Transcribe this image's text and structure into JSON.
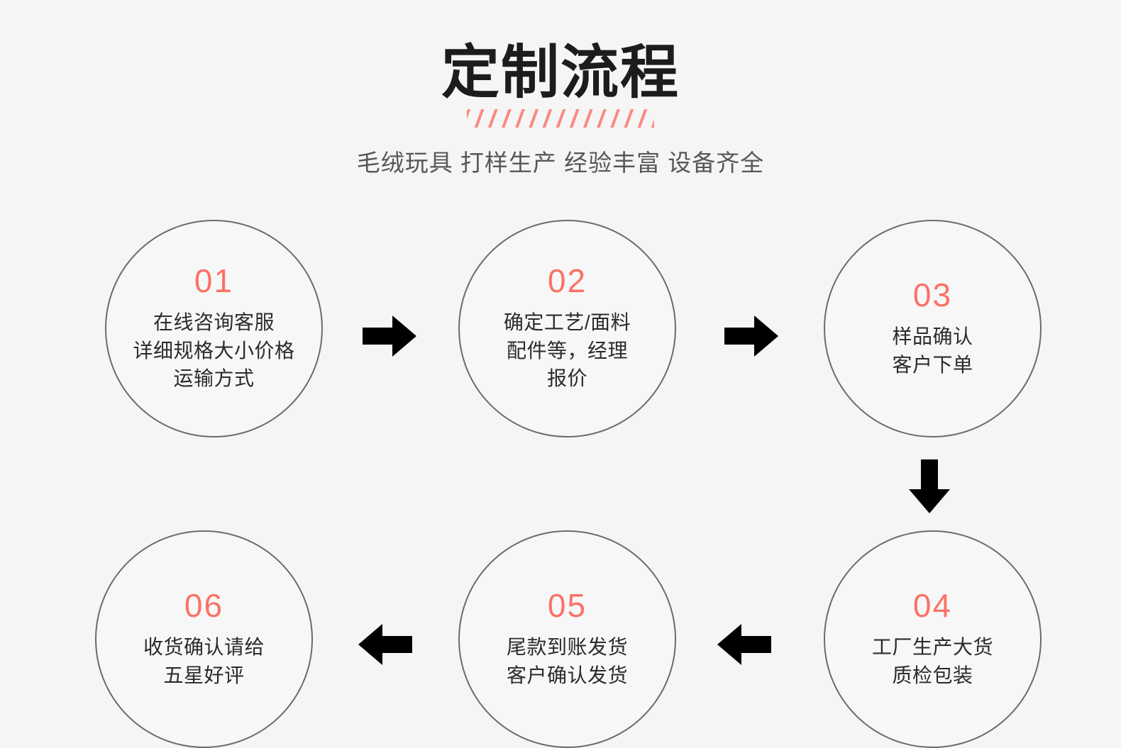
{
  "header": {
    "title": "定制流程",
    "decoration": "diagonal-slashes",
    "subtitle": "毛绒玩具 打样生产 经验丰富 设备齐全"
  },
  "colors": {
    "background": "#f5f5f5",
    "accent": "#fa7268",
    "decoration": "#f98a82",
    "title": "#1c1c1c",
    "subtitle": "#575757",
    "circle_border": "#6b6b6b",
    "body_text": "#2b2b2b",
    "arrow": "#000000"
  },
  "flow": {
    "steps": [
      {
        "number": "01",
        "lines": [
          "在线咨询客服",
          "详细规格大小价格",
          "运输方式"
        ]
      },
      {
        "number": "02",
        "lines": [
          "确定工艺/面料",
          "配件等，经理",
          "报价"
        ]
      },
      {
        "number": "03",
        "lines": [
          "样品确认",
          "客户下单"
        ]
      },
      {
        "number": "04",
        "lines": [
          "工厂生产大货",
          "质检包装"
        ]
      },
      {
        "number": "05",
        "lines": [
          "尾款到账发货",
          "客户确认发货"
        ]
      },
      {
        "number": "06",
        "lines": [
          "收货确认请给",
          "五星好评"
        ]
      }
    ],
    "connectors": [
      {
        "name": "arrow-right-01-02",
        "direction": "right"
      },
      {
        "name": "arrow-right-02-03",
        "direction": "right"
      },
      {
        "name": "arrow-down-03-04",
        "direction": "down"
      },
      {
        "name": "arrow-left-04-05",
        "direction": "left"
      },
      {
        "name": "arrow-left-05-06",
        "direction": "left"
      }
    ]
  }
}
